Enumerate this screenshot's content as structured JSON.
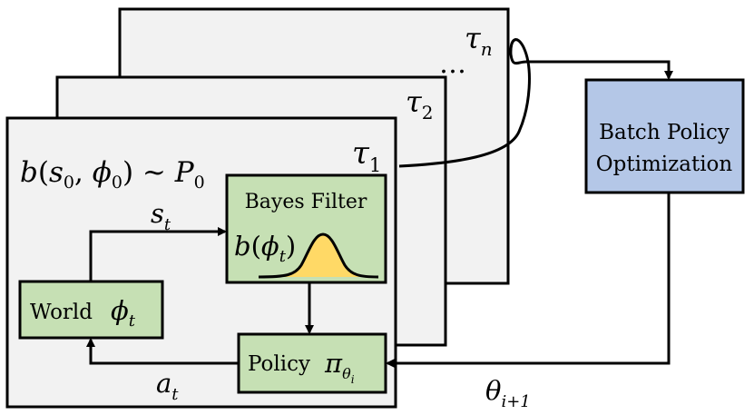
{
  "frames": {
    "tau_n": {
      "symbol": "τ",
      "sub": "n"
    },
    "tau_2": {
      "symbol": "τ",
      "sub": "2"
    },
    "tau_1": {
      "symbol": "τ",
      "sub": "1"
    },
    "ellipsis": "…"
  },
  "prior": {
    "b": "b",
    "open": "(",
    "s": "s",
    "s_sub": "0",
    "comma": ", ",
    "phi": "ϕ",
    "phi_sub": "0",
    "close": ") ~ ",
    "P": "P",
    "P_sub": "0"
  },
  "state_label": {
    "symbol": "s",
    "sub": "t"
  },
  "action_label": {
    "symbol": "a",
    "sub": "t"
  },
  "theta_label": {
    "symbol": "θ",
    "sub": "i+1"
  },
  "bayes_filter": {
    "title": "Bayes Filter",
    "b": "b",
    "open": "(",
    "phi": "ϕ",
    "sub": "t",
    "close": ")"
  },
  "world": {
    "label": "World",
    "phi": "ϕ",
    "sub": "t"
  },
  "policy": {
    "label": "Policy",
    "pi": "π",
    "theta": "θ",
    "i": "i"
  },
  "batch_opt": {
    "line1": "Batch Policy",
    "line2": "Optimization"
  },
  "colors": {
    "panel_fill": "#f2f2f2",
    "green_fill": "#c6e0b4",
    "blue_fill": "#b4c7e7",
    "belief_fill": "#ffd966",
    "stroke": "#000000"
  }
}
